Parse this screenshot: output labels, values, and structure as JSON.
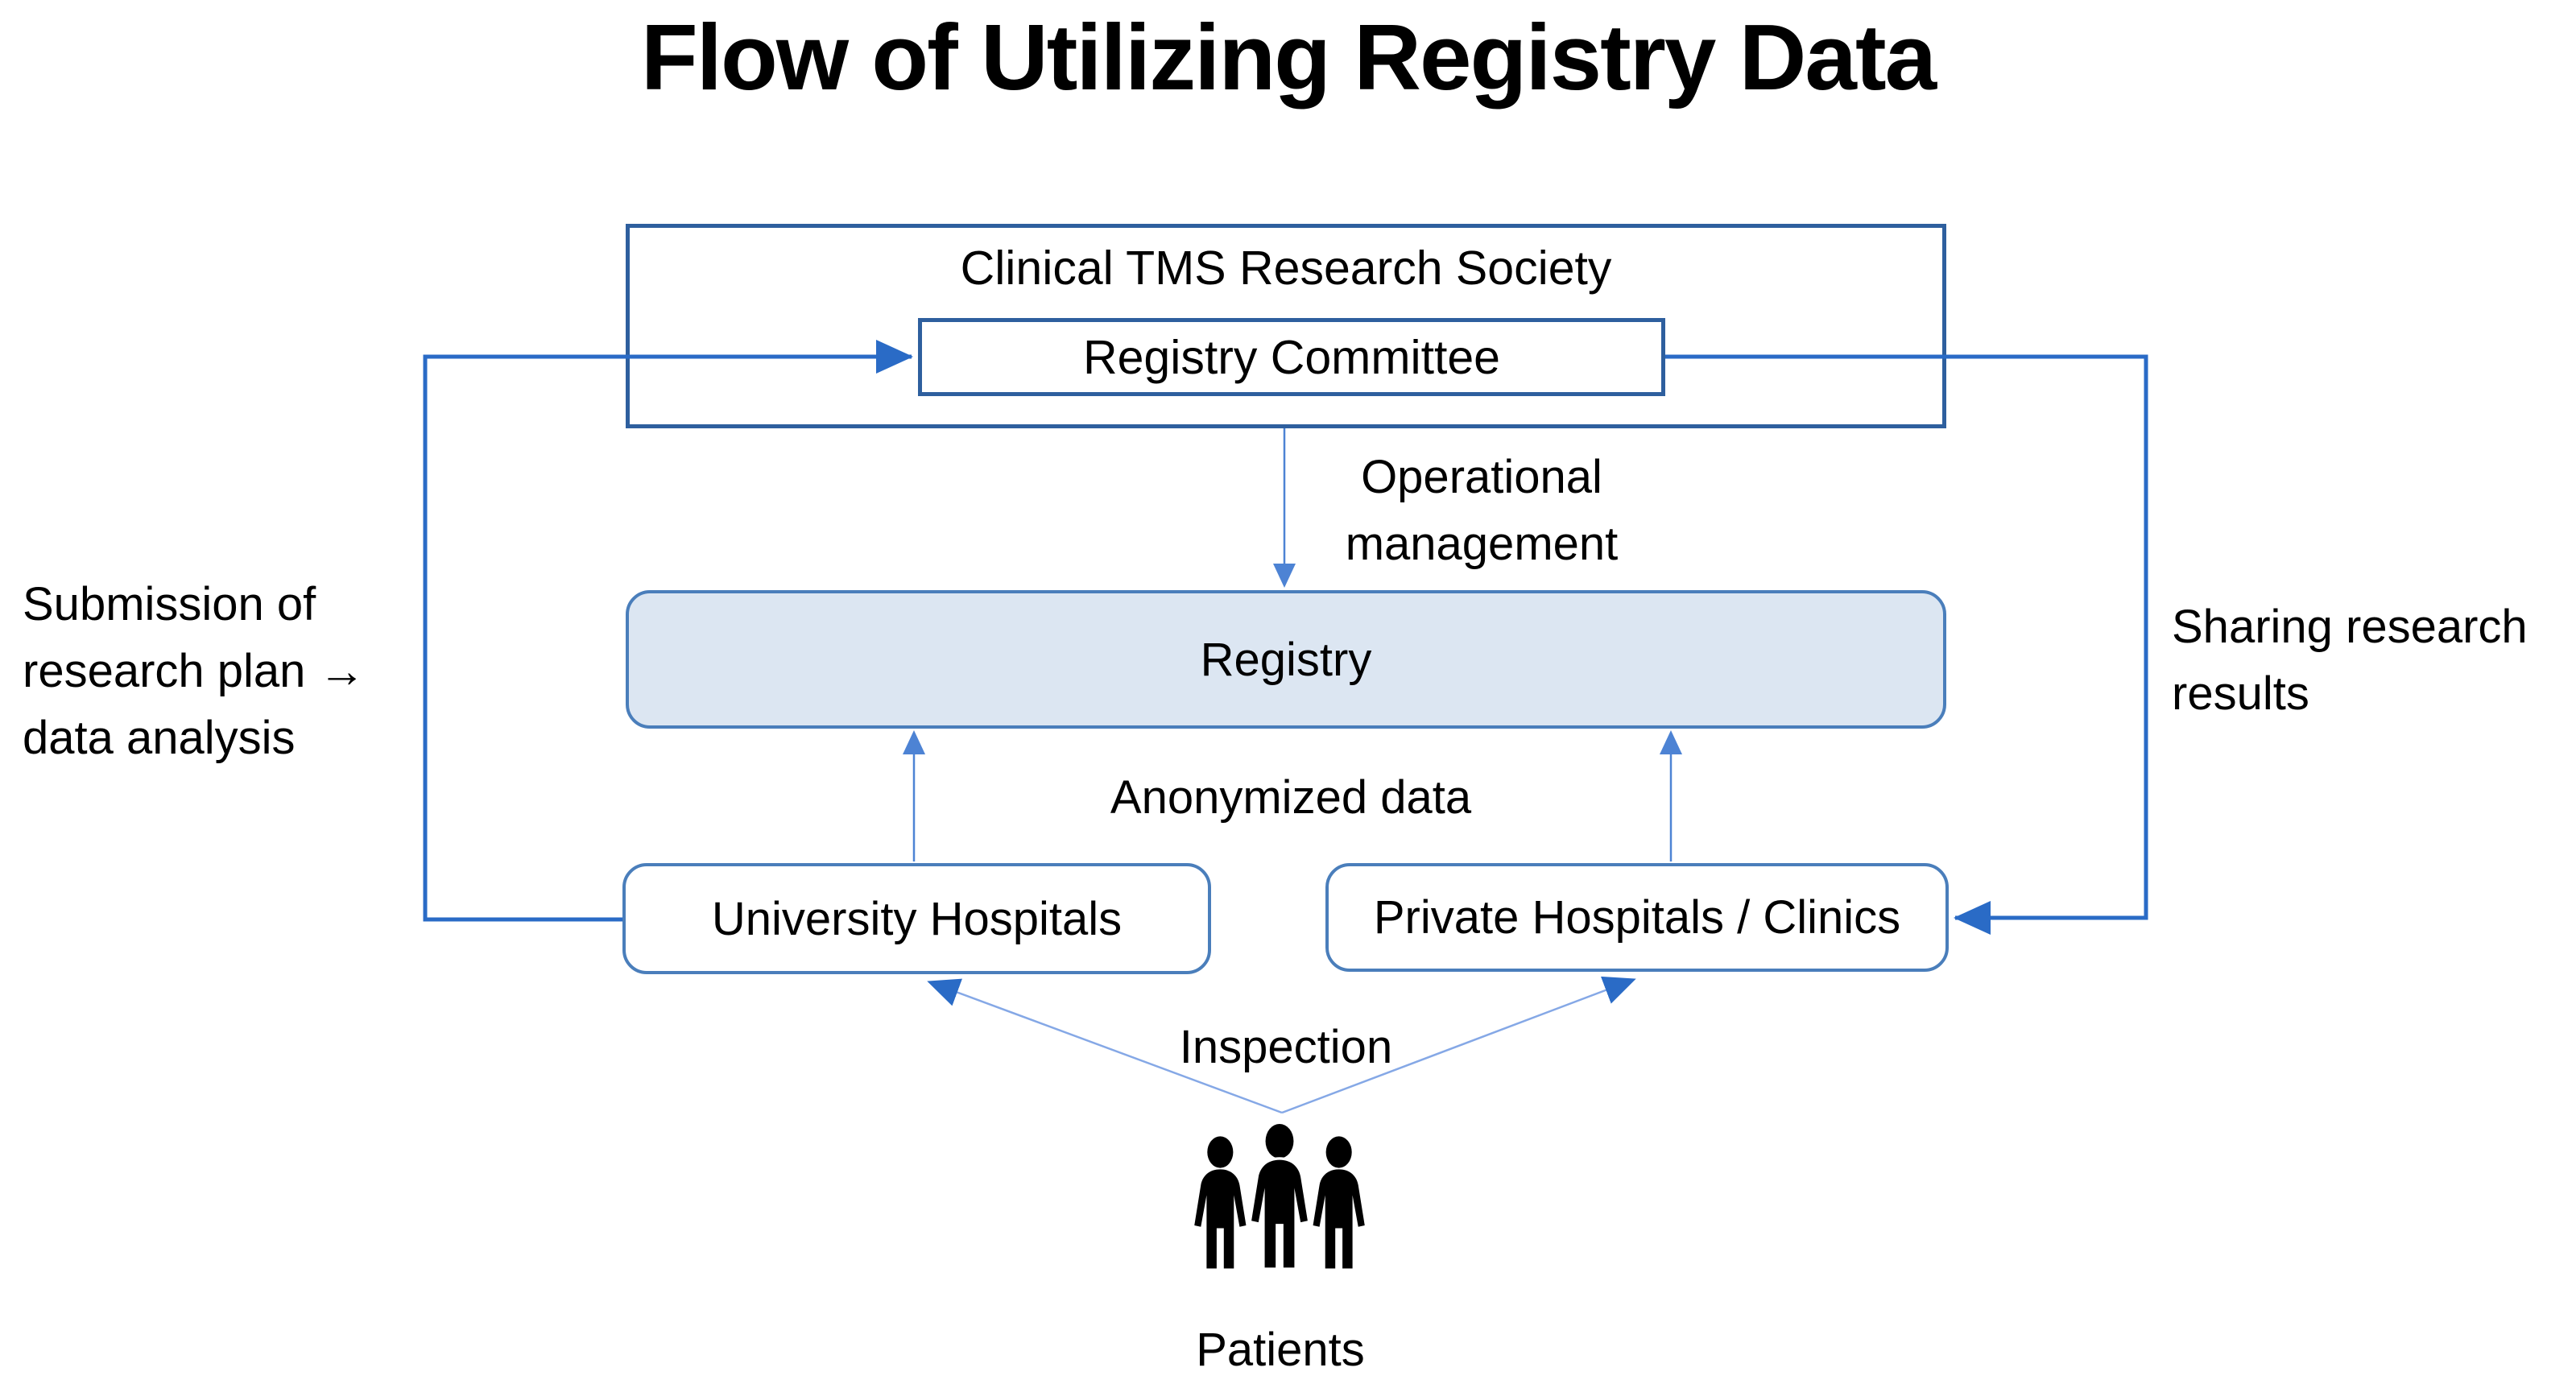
{
  "title": "Flow of Utilizing Registry Data",
  "colors": {
    "box_border": "#2e5f9e",
    "rounded_border": "#4a7ebb",
    "registry_fill": "#dce6f2",
    "arrow_thick": "#2a6bc6",
    "arrow_thin": "#4d83d4",
    "arrow_light": "#85a8e6"
  },
  "nodes": {
    "society": {
      "label": "Clinical TMS Research Society"
    },
    "registry_committee": {
      "label": "Registry Committee"
    },
    "registry": {
      "label": "Registry"
    },
    "university_hospitals": {
      "label": "University Hospitals"
    },
    "private_hospitals": {
      "label": "Private Hospitals / Clinics"
    },
    "patients": {
      "label": "Patients",
      "icon": "people-icon"
    }
  },
  "edges": {
    "operational_management": {
      "label": "Operational management",
      "from": "registry_committee",
      "to": "registry"
    },
    "anonymized_data": {
      "label": "Anonymized data",
      "from": "hospitals",
      "to": "registry"
    },
    "inspection": {
      "label": "Inspection",
      "from": "patients",
      "to": "hospitals"
    },
    "submission": {
      "label": "Submission of research plan → data analysis",
      "from": "university_hospitals",
      "to": "registry_committee"
    },
    "sharing": {
      "label": "Sharing research results",
      "from": "registry_committee",
      "to": "private_hospitals"
    }
  }
}
